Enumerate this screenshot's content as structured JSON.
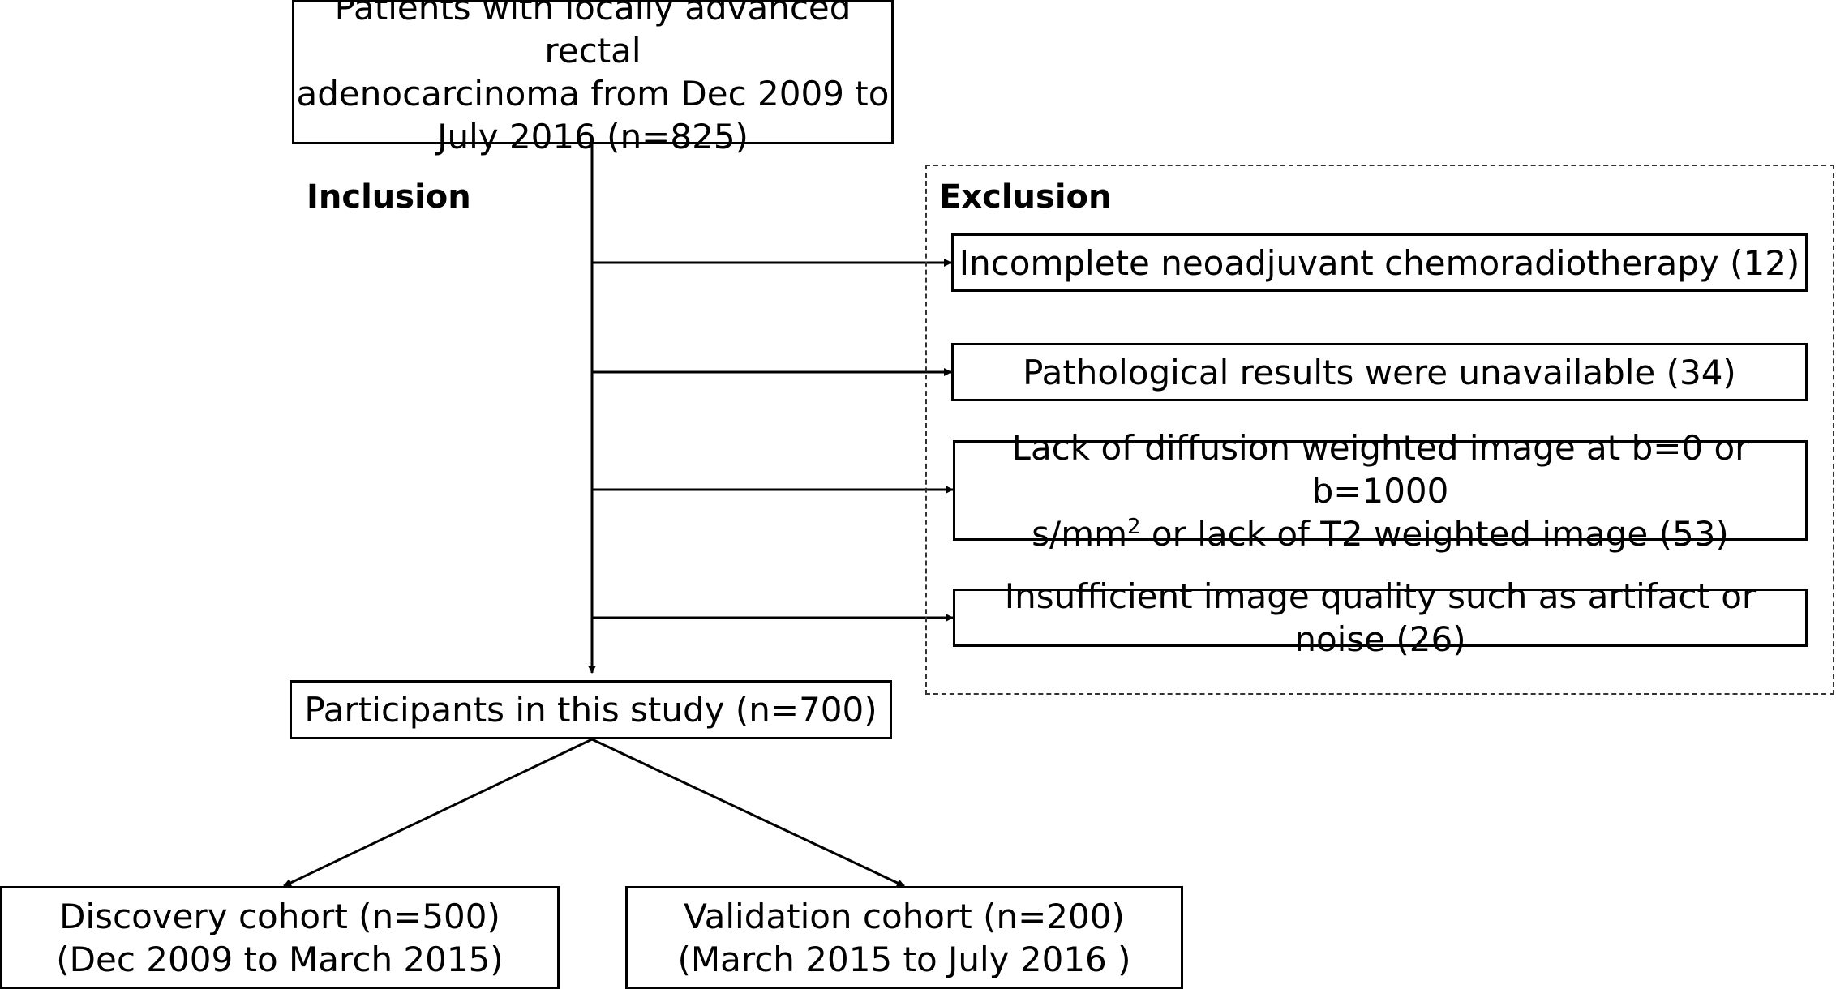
{
  "diagram": {
    "source": {
      "lines": [
        "Patients with locally advanced rectal",
        "adenocarcinoma from Dec 2009 to",
        "July 2016 (n=825)"
      ]
    },
    "inclusion_label": "Inclusion",
    "exclusion_label": "Exclusion",
    "exclusions": [
      {
        "line1": "Incomplete neoadjuvant chemoradiotherapy (12)"
      },
      {
        "line1": "Pathological results were unavailable (34)"
      },
      {
        "line1": "Lack of diffusion weighted image at b=0 or b=1000",
        "line2_pre": "s/mm",
        "line2_sup": "2",
        "line2_post": " or lack of T2 weighted image (53)"
      },
      {
        "line1": "Insufficient image quality such as artifact or noise (26)"
      }
    ],
    "participants": "Participants in this study (n=700)",
    "cohorts": [
      {
        "line1": "Discovery cohort (n=500)",
        "line2": "(Dec 2009 to March 2015)"
      },
      {
        "line1": "Validation cohort (n=200)",
        "line2": "(March 2015 to July 2016 )"
      }
    ]
  }
}
